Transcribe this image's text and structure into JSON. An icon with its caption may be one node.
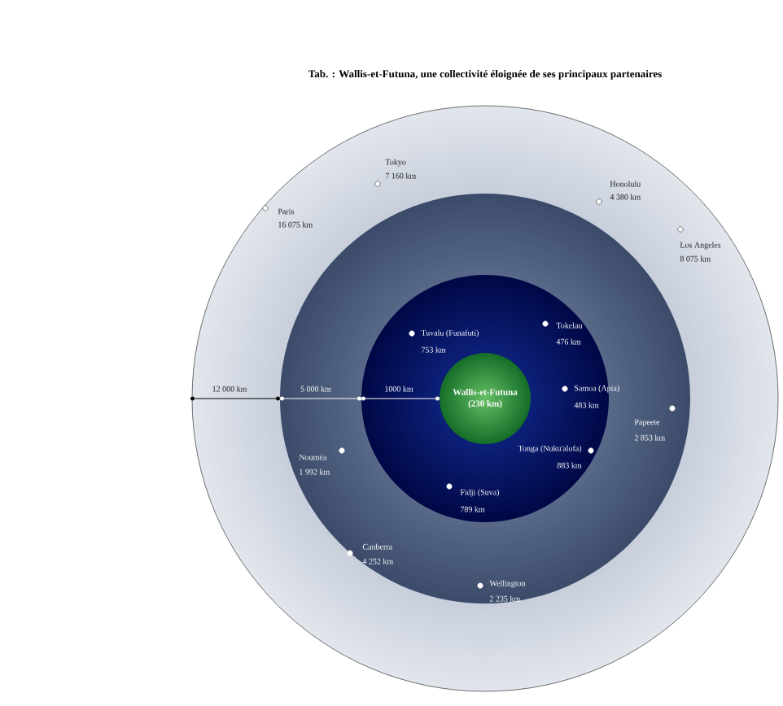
{
  "diagram": {
    "title": "Tab. : Wallis-et-Futuna, une collectivité éloignée de ses principaux partenaires",
    "nodes": [
      {
        "text": [
          "Wallis-et-Futuna",
          "(230 km)"
        ]
      }
    ],
    "labels": [
      "Tokyo",
      "7 160 km",
      "Paris",
      "16 075 km",
      "Honolulu",
      "4 380 km",
      "Los Angeles",
      "8 075 km",
      "Tuvalu (Funafuti)",
      "753 km",
      "Tokelau",
      "476 km",
      "Samoa (Apia)",
      "483 km",
      "Papeete",
      "2 853 km",
      "Tonga (Nuku'alofa)",
      "883 km",
      "12 000 km",
      "5 000 km",
      "1000 km",
      "Nouméa",
      "1 992 km",
      "Fidji (Suva)",
      "789 km",
      "Canberra",
      "4 252 km",
      "Wellington",
      "2 235 km"
    ]
  }
}
